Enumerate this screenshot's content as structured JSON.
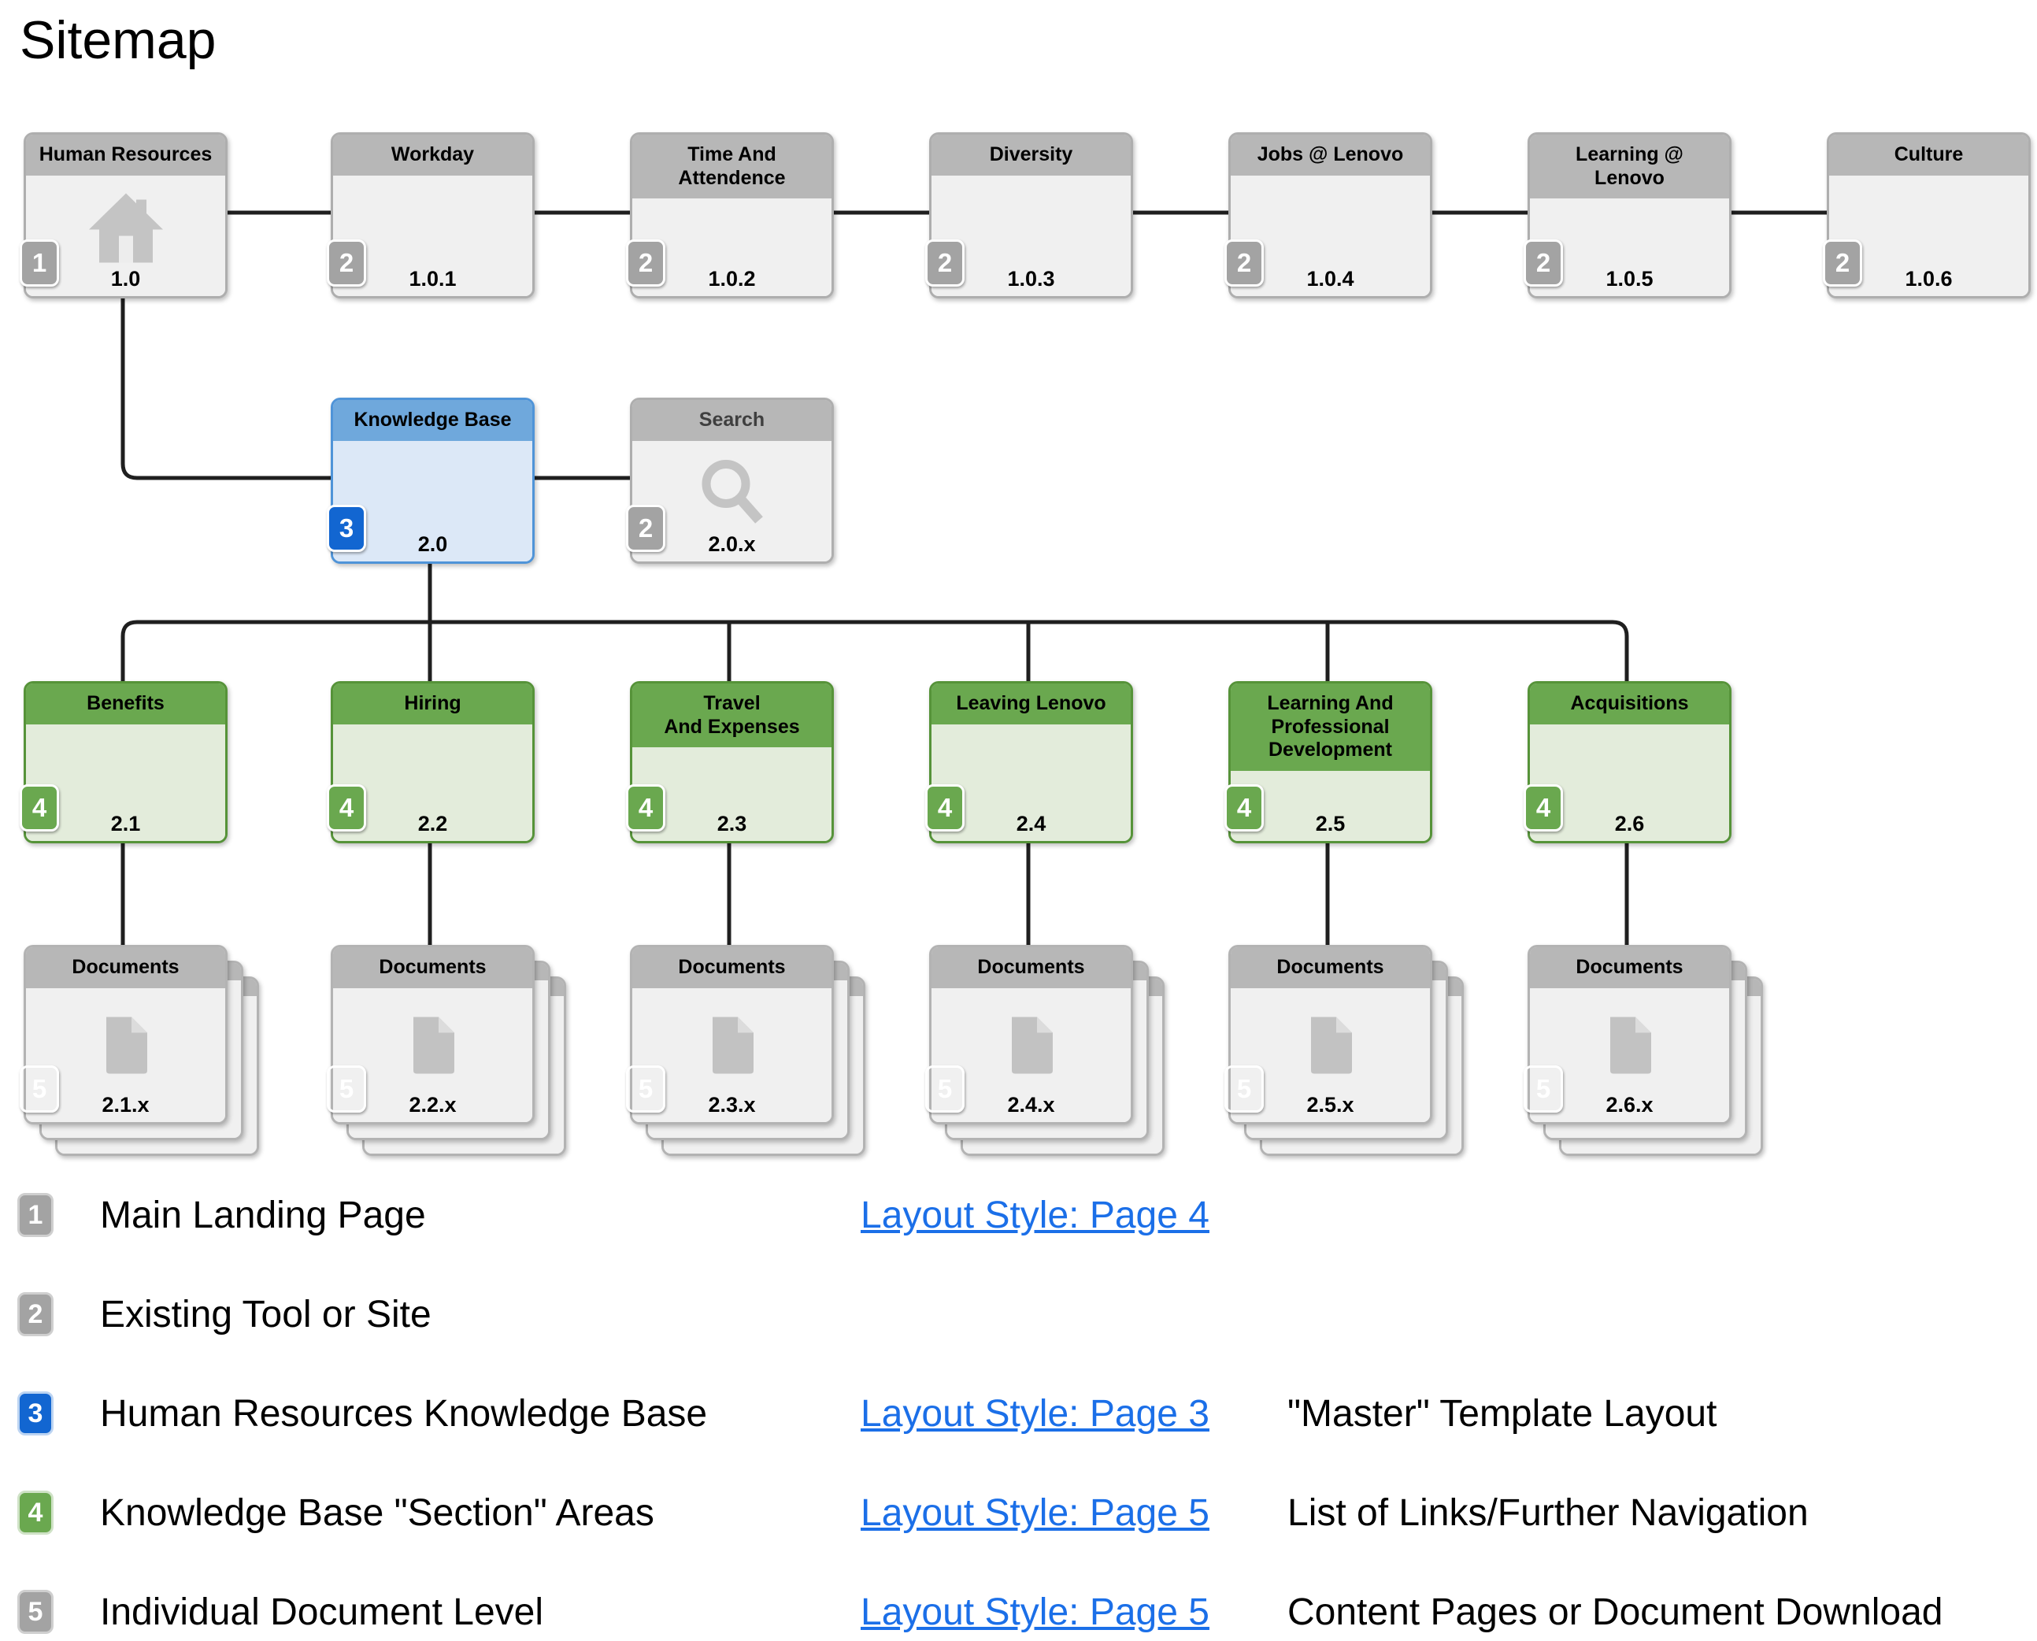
{
  "title": "Sitemap",
  "colors": {
    "neutral_header": "#b7b7b7",
    "neutral_body": "#f0f0f0",
    "accent_blue_header": "#6fa8dc",
    "accent_blue_badge": "#1266d1",
    "section_green_header": "#6aa84f",
    "section_green_body": "#e3ecdb",
    "link_blue": "#1b6fe8",
    "connector_line": "#1f1f1f"
  },
  "top_row": [
    {
      "label": "Human Resources",
      "badge": "1",
      "code": "1.0"
    },
    {
      "label": "Workday",
      "badge": "2",
      "code": "1.0.1"
    },
    {
      "label": "Time And\nAttendence",
      "badge": "2",
      "code": "1.0.2"
    },
    {
      "label": "Diversity",
      "badge": "2",
      "code": "1.0.3"
    },
    {
      "label": "Jobs @ Lenovo",
      "badge": "2",
      "code": "1.0.4"
    },
    {
      "label": "Learning @\nLenovo",
      "badge": "2",
      "code": "1.0.5"
    },
    {
      "label": "Culture",
      "badge": "2",
      "code": "1.0.6"
    }
  ],
  "knowledge_base": {
    "label": "Knowledge Base",
    "badge": "3",
    "code": "2.0"
  },
  "search": {
    "label": "Search",
    "badge": "2",
    "code": "2.0.x"
  },
  "sections": [
    {
      "label": "Benefits",
      "badge": "4",
      "code": "2.1"
    },
    {
      "label": "Hiring",
      "badge": "4",
      "code": "2.2"
    },
    {
      "label": "Travel\nAnd Expenses",
      "badge": "4",
      "code": "2.3"
    },
    {
      "label": "Leaving Lenovo",
      "badge": "4",
      "code": "2.4"
    },
    {
      "label": "Learning And\nProfessional\nDevelopment",
      "badge": "4",
      "code": "2.5"
    },
    {
      "label": "Acquisitions",
      "badge": "4",
      "code": "2.6"
    }
  ],
  "documents": [
    {
      "label": "Documents",
      "badge": "5",
      "code": "2.1.x"
    },
    {
      "label": "Documents",
      "badge": "5",
      "code": "2.2.x"
    },
    {
      "label": "Documents",
      "badge": "5",
      "code": "2.3.x"
    },
    {
      "label": "Documents",
      "badge": "5",
      "code": "2.4.x"
    },
    {
      "label": "Documents",
      "badge": "5",
      "code": "2.5.x"
    },
    {
      "label": "Documents",
      "badge": "5",
      "code": "2.6.x"
    }
  ],
  "legend": [
    {
      "badge": "1",
      "label": "Main Landing Page",
      "link": "Layout Style: Page 4",
      "note": ""
    },
    {
      "badge": "2",
      "label": "Existing Tool or Site",
      "link": "",
      "note": ""
    },
    {
      "badge": "3",
      "label": "Human Resources Knowledge Base",
      "link": "Layout Style: Page 3",
      "note": "\"Master\" Template Layout"
    },
    {
      "badge": "4",
      "label": "Knowledge Base \"Section\" Areas",
      "link": "Layout Style: Page 5",
      "note": "List of Links/Further Navigation"
    },
    {
      "badge": "5",
      "label": "Individual Document Level",
      "link": "Layout Style: Page 5",
      "note": "Content Pages or Document Download"
    }
  ]
}
